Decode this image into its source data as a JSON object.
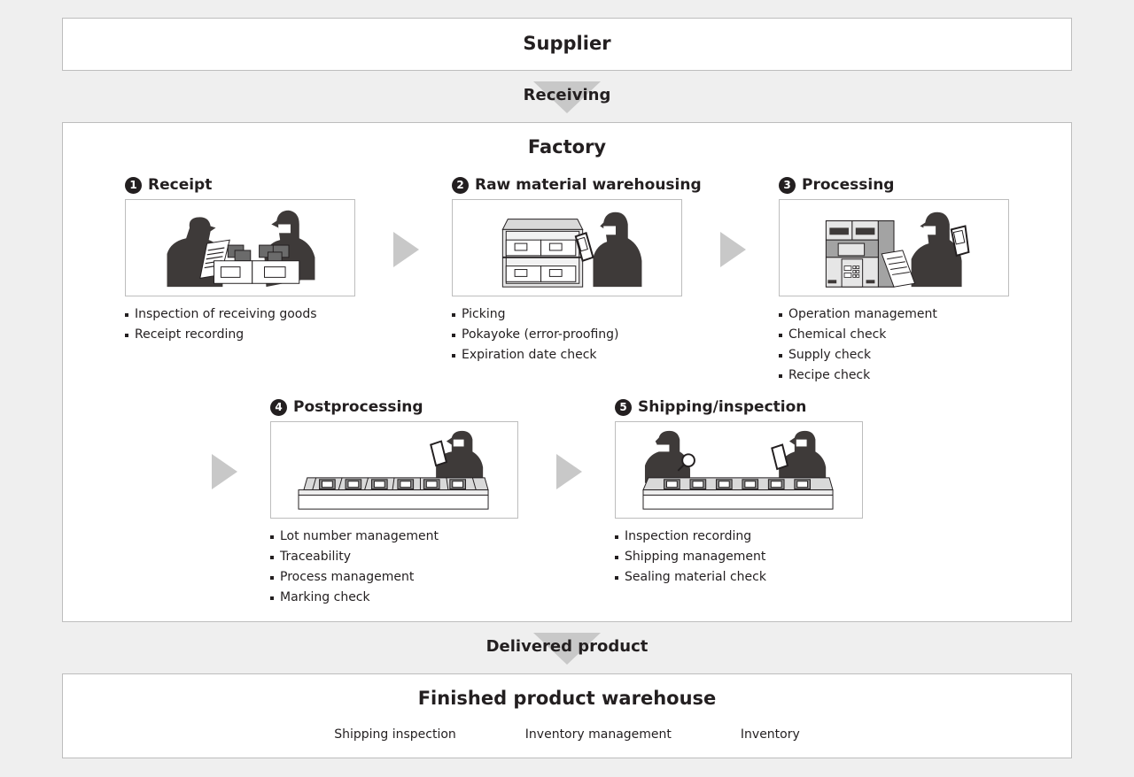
{
  "supplier": {
    "title": "Supplier"
  },
  "flows": {
    "receiving": "Receiving",
    "delivered": "Delivered product"
  },
  "factory": {
    "title": "Factory",
    "steps": [
      {
        "number": "1",
        "title": "Receipt",
        "illustration": "receipt-illustration",
        "items": [
          "Inspection of receiving goods",
          "Receipt recording"
        ]
      },
      {
        "number": "2",
        "title": "Raw material warehousing",
        "illustration": "warehouse-shelf-illustration",
        "items": [
          "Picking",
          "Pokayoke (error-proofing)",
          "Expiration date check"
        ]
      },
      {
        "number": "3",
        "title": "Processing",
        "illustration": "processing-machine-illustration",
        "items": [
          "Operation management",
          "Chemical check",
          "Supply check",
          "Recipe check"
        ]
      },
      {
        "number": "4",
        "title": "Postprocessing",
        "illustration": "conveyor-illustration",
        "items": [
          "Lot number management",
          "Traceability",
          "Process management",
          "Marking check"
        ]
      },
      {
        "number": "5",
        "title": "Shipping/inspection",
        "illustration": "inspection-line-illustration",
        "items": [
          "Inspection recording",
          "Shipping management",
          "Sealing material check"
        ]
      }
    ]
  },
  "finished": {
    "title": "Finished product warehouse",
    "items": [
      "Shipping inspection",
      "Inventory management",
      "Inventory"
    ]
  },
  "colors": {
    "background": "#efefef",
    "border": "#bdbdbd",
    "arrow": "#c8c8c8",
    "ink": "#231f20",
    "silhouette": "#3e3a39"
  }
}
